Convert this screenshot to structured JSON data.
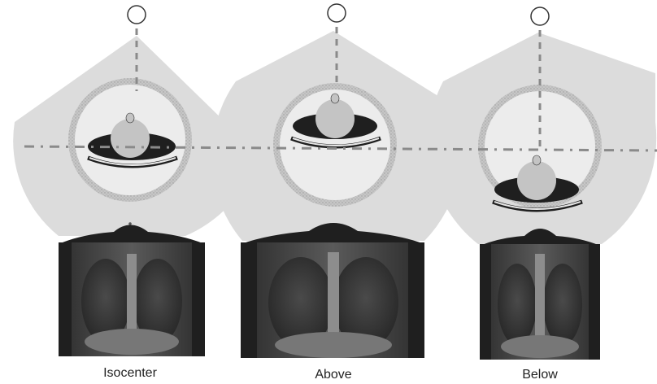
{
  "labels": {
    "isocenter": "Isocenter",
    "above": "Above",
    "below": "Below"
  },
  "colors": {
    "fan": "#dcdcdc",
    "gantry_ring": "#c9c9c9",
    "bore": "#ececec",
    "table": "#1f1f1f",
    "head": "#c4c4c4",
    "line": "#8a8a8a",
    "image_bg": "#2a2a2a"
  }
}
